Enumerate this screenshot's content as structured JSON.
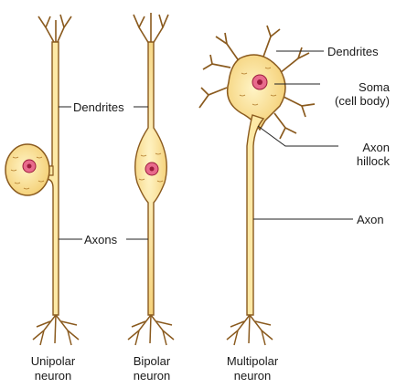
{
  "labels": {
    "dendrites_middle": "Dendrites",
    "axons_middle": "Axons",
    "dendrites_right": "Dendrites",
    "soma_line1": "Soma",
    "soma_line2": "(cell body)",
    "hillock_line1": "Axon",
    "hillock_line2": "hillock",
    "axon": "Axon"
  },
  "captions": {
    "unipolar": [
      "Unipolar",
      "neuron"
    ],
    "bipolar": [
      "Bipolar",
      "neuron"
    ],
    "multipolar": [
      "Multipolar",
      "neuron"
    ]
  },
  "colors": {
    "neuron_fill": "#fde9a6",
    "neuron_outline": "#8a5a1e",
    "nucleus": "#e86a8c",
    "nucleolus": "#9b1b3c",
    "leader_line": "#222222"
  }
}
